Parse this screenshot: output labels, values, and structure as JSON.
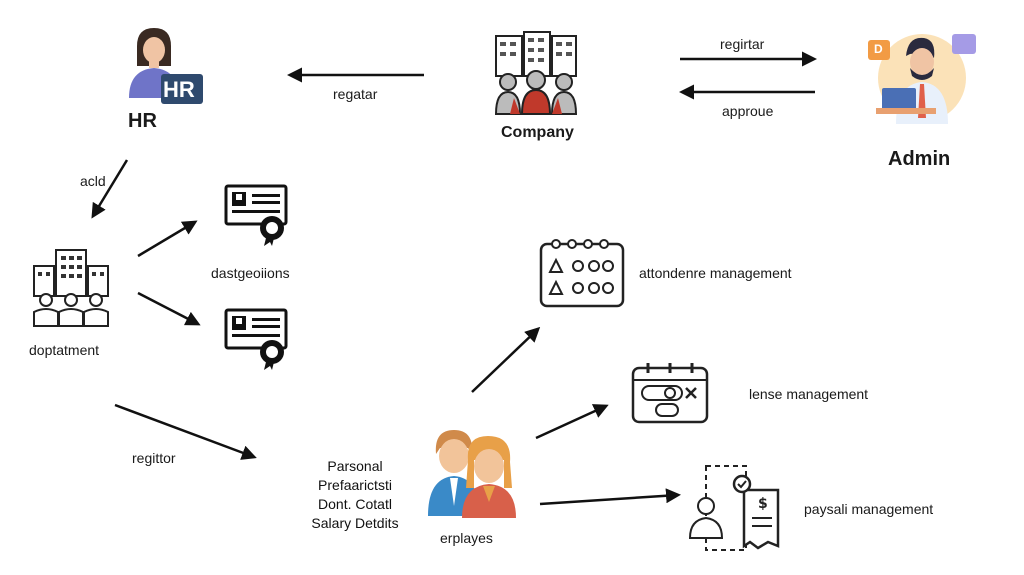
{
  "nodes": {
    "hr": "HR",
    "hr_badge": "HR",
    "company": "Company",
    "admin": "Admin",
    "admin_badge": "D",
    "department": "doptatment",
    "designations": "dastgeoiions",
    "employees": "erplayes",
    "attendance": "attondenre management",
    "leave": "lense management",
    "payroll": "paysali management"
  },
  "edges": {
    "company_to_hr": "regatar",
    "company_to_admin": "regirtar",
    "admin_to_company": "approue",
    "hr_to_department": "acld",
    "department_to_employees": "regittor"
  },
  "employee_details": [
    "Parsonal",
    "Prefaarictsti",
    "Dont. Cotatl",
    "Salary Detdits"
  ]
}
